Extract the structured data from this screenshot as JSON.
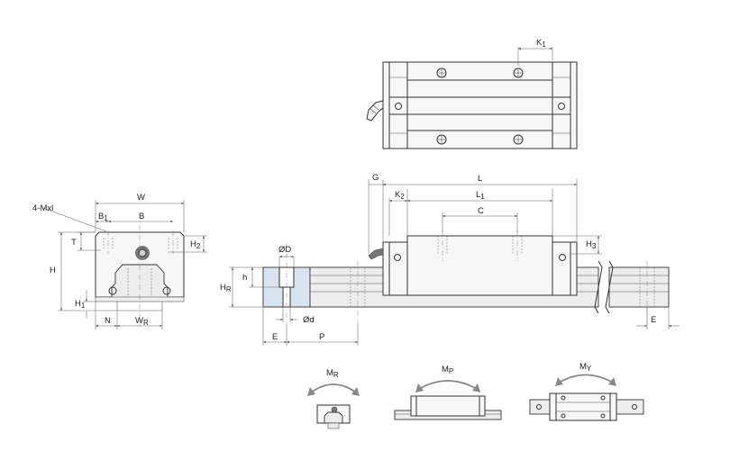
{
  "top_view": {
    "k1": "K",
    "k1_sub": "1"
  },
  "end_view": {
    "mxl": "4-Mxl",
    "w": "W",
    "b1": "B",
    "b1_sub": "1",
    "b": "B",
    "t": "T",
    "h2": "H",
    "h2_sub": "2",
    "h": "H",
    "h1": "H",
    "h1_sub": "1",
    "n": "N",
    "wr": "W",
    "wr_sub": "R"
  },
  "side_view": {
    "g": "G",
    "l": "L",
    "k2": "K",
    "k2_sub": "2",
    "l1": "L",
    "l1_sub": "1",
    "c": "C",
    "h3": "H",
    "h3_sub": "3",
    "e_right": "E"
  },
  "rail_section": {
    "od_upper": "ØD",
    "h_small": "h",
    "hr": "H",
    "hr_sub": "R",
    "od_lower": "Ød",
    "e": "E",
    "p": "P"
  },
  "moments": {
    "mr": "M",
    "mr_sub": "R",
    "mp": "M",
    "mp_sub": "P",
    "my": "M",
    "my_sub": "Y"
  }
}
